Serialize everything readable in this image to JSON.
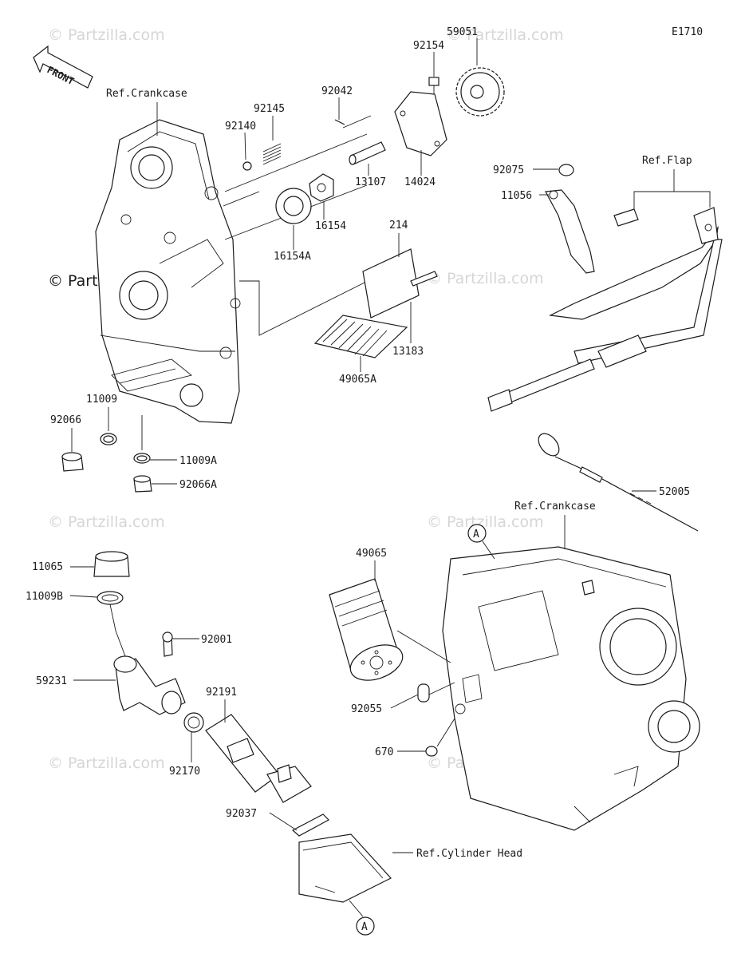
{
  "diagram_code": "E1710",
  "front_label": "FRONT",
  "watermark": "© Partzilla.com",
  "watermark_dark": "© Partzilla.com",
  "refs": {
    "crankcase_top": "Ref.Crankcase",
    "crankcase_bottom": "Ref.Crankcase",
    "flap": "Ref.Flap",
    "cylinder_head": "Ref.Cylinder Head"
  },
  "callout_marker": "A",
  "parts": {
    "p59051": "59051",
    "p92154": "92154",
    "p92042": "92042",
    "p92145": "92145",
    "p92140": "92140",
    "p13107": "13107",
    "p14024": "14024",
    "p16154": "16154",
    "p16154A": "16154A",
    "p214": "214",
    "p13183": "13183",
    "p49065A": "49065A",
    "p92075": "92075",
    "p11056": "11056",
    "p11009": "11009",
    "p92066": "92066",
    "p11009A": "11009A",
    "p92066A": "92066A",
    "p52005": "52005",
    "p49065": "49065",
    "p11065": "11065",
    "p11009B": "11009B",
    "p92001": "92001",
    "p59231": "59231",
    "p92191": "92191",
    "p92170": "92170",
    "p92037": "92037",
    "p92055": "92055",
    "p670": "670"
  }
}
